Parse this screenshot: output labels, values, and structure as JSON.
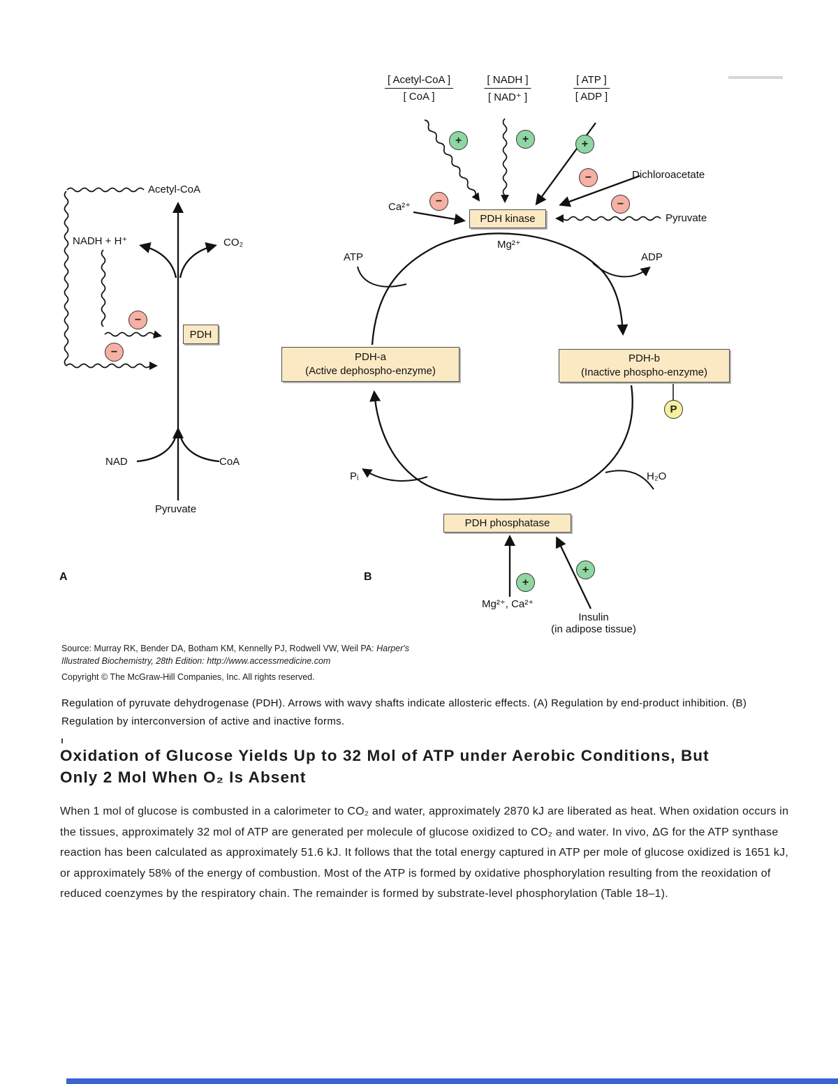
{
  "colors": {
    "activator_green": "#8fd7a2",
    "inhibitor_red": "#f7b0a4",
    "enzyme_box_cream": "#fbe9c4",
    "phosphate_yellow": "#f7ef9f",
    "footer_bar_blue": "#3b63d2"
  },
  "figure": {
    "sym_plus": "+",
    "sym_minus": "−",
    "panel_a": {
      "label": "A",
      "acetyl_coa": "Acetyl-CoA",
      "nadh": "NADH + H⁺",
      "co2": "CO₂",
      "pdh_box": "PDH",
      "nad": "NAD",
      "coa": "CoA",
      "pyruvate": "Pyruvate"
    },
    "panel_b": {
      "label": "B",
      "ratios": [
        {
          "num": "[ Acetyl-CoA ]",
          "den": "[ CoA ]"
        },
        {
          "num": "[ NADH ]",
          "den": "[ NAD⁺ ]"
        },
        {
          "num": "[ ATP ]",
          "den": "[ ADP ]"
        }
      ],
      "ca2": "Ca²⁺",
      "kinase_box": "PDH kinase",
      "mg2": "Mg²⁺",
      "dichloroacetate": "Dichloroacetate",
      "pyruvate": "Pyruvate",
      "atp": "ATP",
      "adp": "ADP",
      "pdha_line1": "PDH-a",
      "pdha_line2": "(Active dephospho-enzyme)",
      "pdhb_line1": "PDH-b",
      "pdhb_line2": "(Inactive phospho-enzyme)",
      "p_circle": "P",
      "pi": "Pᵢ",
      "h2o": "H₂O",
      "phosphatase_box": "PDH phosphatase",
      "mg_ca": "Mg²⁺, Ca²⁺",
      "insulin_line1": "Insulin",
      "insulin_line2": "(in adipose tissue)"
    }
  },
  "credits": {
    "source_plain": "Source: Murray RK, Bender DA, Botham KM, Kennelly PJ, Rodwell VW, Weil PA: ",
    "source_italic1": "Harper's",
    "source_italic2": "Illustrated Biochemistry, 28th Edition: http://www.accessmedicine.com",
    "copyright": "Copyright © The McGraw-Hill Companies, Inc. All rights reserved."
  },
  "caption": "Regulation of pyruvate dehydrogenase (PDH). Arrows with wavy shafts indicate allosteric effects. (A) Regulation by end-product inhibition. (B) Regulation by interconversion of active and inactive forms.",
  "article": {
    "heading": "Oxidation of Glucose Yields Up to 32 Mol of ATP under Aerobic Conditions, But Only 2 Mol When O₂ Is Absent",
    "body": "When 1 mol of glucose is combusted in a calorimeter to CO₂ and water, approximately 2870 kJ are liberated as heat. When oxidation occurs in the tissues, approximately 32 mol of ATP are generated per molecule of glucose oxidized to CO₂ and water. In vivo, ΔG for the ATP synthase reaction has been calculated as approximately 51.6 kJ. It follows that the total energy captured in ATP per mole of glucose oxidized is 1651 kJ, or approximately 58% of the energy of combustion. Most of the ATP is formed by oxidative phosphorylation resulting from the reoxidation of reduced coenzymes by the respiratory chain. The remainder is formed by substrate-level phosphorylation (Table 18–1)."
  }
}
